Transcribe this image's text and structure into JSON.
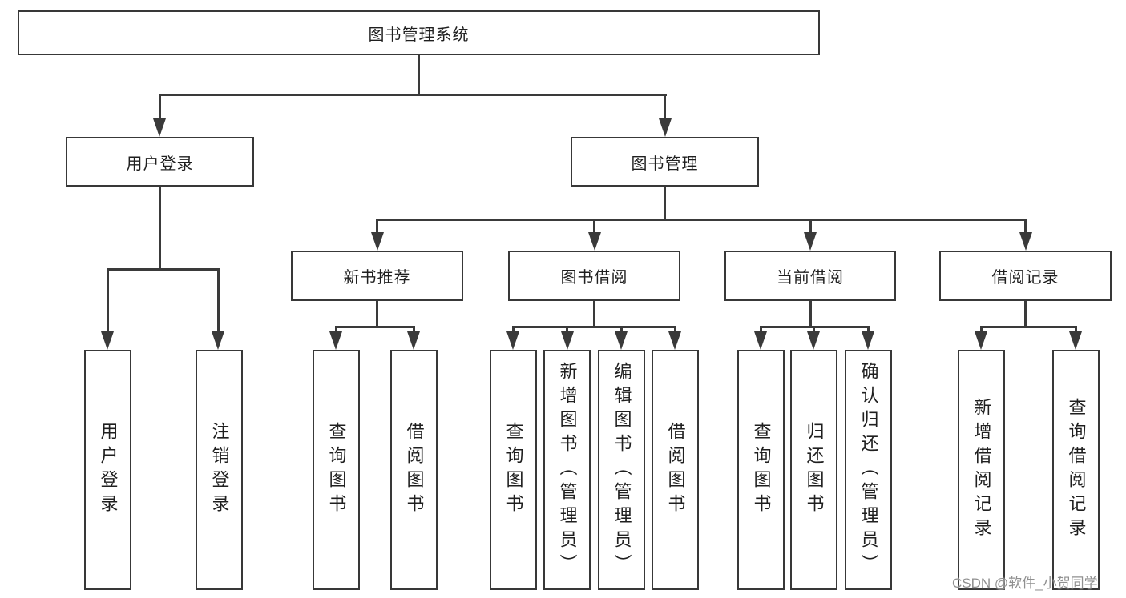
{
  "diagram": {
    "root": {
      "label": "图书管理系统"
    },
    "branches": [
      {
        "label": "用户登录",
        "leaves": [
          "用户登录",
          "注销登录"
        ]
      },
      {
        "label": "图书管理",
        "children": [
          {
            "label": "新书推荐",
            "leaves": [
              "查询图书",
              "借阅图书"
            ]
          },
          {
            "label": "图书借阅",
            "leaves": [
              "查询图书",
              "新增图书（管理员）",
              "编辑图书（管理员）",
              "借阅图书"
            ]
          },
          {
            "label": "当前借阅",
            "leaves": [
              "查询图书",
              "归还图书",
              "确认归还（管理员）"
            ]
          },
          {
            "label": "借阅记录",
            "leaves": [
              "新增借阅记录",
              "查询借阅记录"
            ]
          }
        ]
      }
    ],
    "watermark": "CSDN @软件_小贺同学",
    "colors": {
      "line": "#3a3a3a",
      "border": "#383838",
      "text": "#1f1f1f",
      "watermark": "#909090",
      "background": "#ffffff"
    }
  }
}
